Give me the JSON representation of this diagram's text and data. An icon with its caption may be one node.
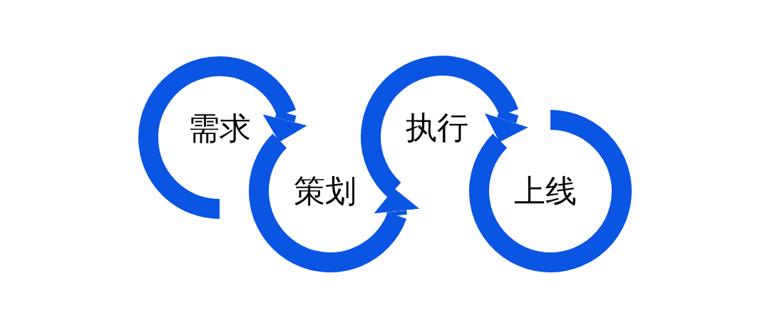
{
  "diagram": {
    "nodes": [
      {
        "text": [
          "需求"
        ]
      },
      {
        "text": [
          "策划"
        ]
      },
      {
        "text": [
          "执行"
        ]
      },
      {
        "text": [
          "上线"
        ]
      }
    ],
    "edges": [
      {
        "from": 0,
        "to": 1,
        "arrow": "to"
      },
      {
        "from": 1,
        "to": 2,
        "arrow": "to"
      },
      {
        "from": 2,
        "to": 3,
        "arrow": "to"
      }
    ]
  }
}
